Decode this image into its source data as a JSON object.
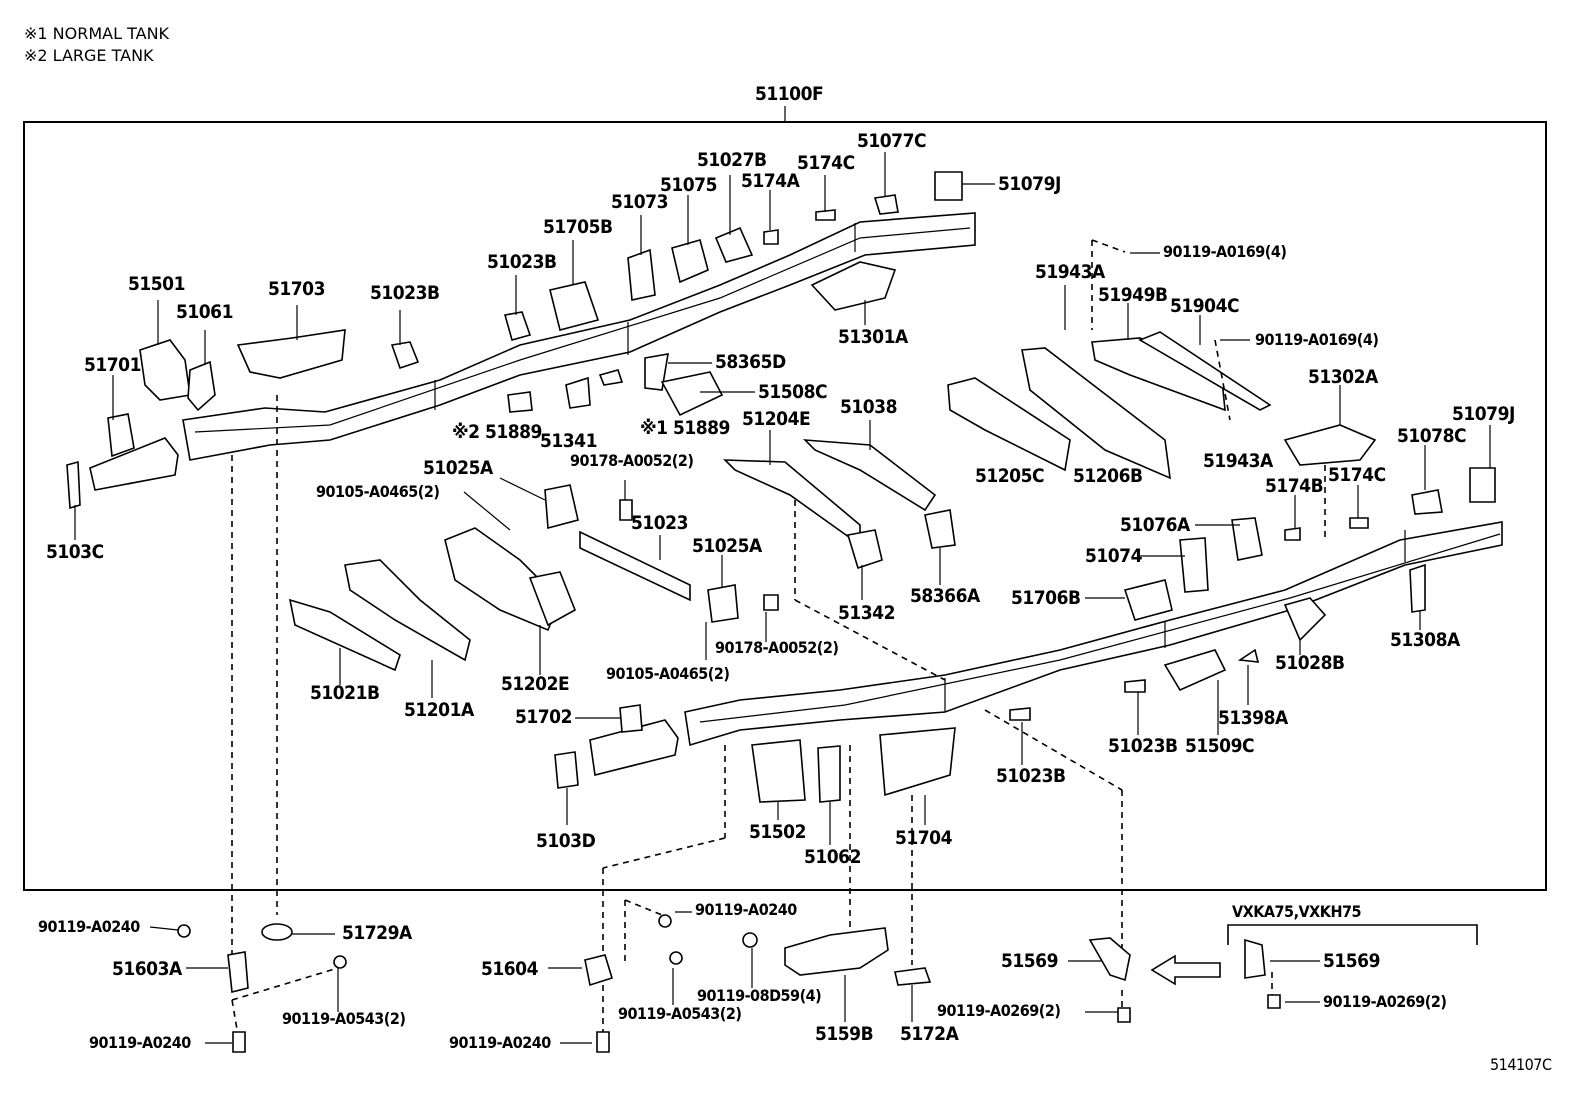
{
  "notes": {
    "note1": "※1 NORMAL TANK",
    "note2": "※2 LARGE TANK"
  },
  "assembly": {
    "frame": "51100F"
  },
  "labels": {
    "p51501": "51501",
    "p51061": "51061",
    "p51701": "51701",
    "p51703": "51703",
    "p51023B_1": "51023B",
    "p51023B_2": "51023B",
    "p51705B": "51705B",
    "p51073": "51073",
    "p51075": "51075",
    "p51027B": "51027B",
    "p5174A": "5174A",
    "p5174C_1": "5174C",
    "p51077C": "51077C",
    "p51079J_1": "51079J",
    "p51301A": "51301A",
    "p58365D": "58365D",
    "p51508C": "51508C",
    "p51889_2": "※2 51889",
    "p51341": "51341",
    "p51889_1": "※1 51889",
    "p51204E": "51204E",
    "p51038": "51038",
    "p51943A_1": "51943A",
    "p51949B": "51949B",
    "p51904C": "51904C",
    "p90119A0169_1": "90119-A0169(4)",
    "p90119A0169_2": "90119-A0169(4)",
    "p51205C": "51205C",
    "p51206B": "51206B",
    "p51943A_2": "51943A",
    "p51302A": "51302A",
    "p51079J_2": "51079J",
    "p51078C": "51078C",
    "p5174B": "5174B",
    "p5174C_2": "5174C",
    "p5103C": "5103C",
    "p51025A_1": "51025A",
    "p90105A0465_1": "90105-A0465(2)",
    "p90178A0052_1": "90178-A0052(2)",
    "p51023": "51023",
    "p51025A_2": "51025A",
    "p51342": "51342",
    "p58366A": "58366A",
    "p51076A": "51076A",
    "p51074": "51074",
    "p51706B": "51706B",
    "p51308A": "51308A",
    "p51028B": "51028B",
    "p51021B": "51021B",
    "p51201A": "51201A",
    "p51202E": "51202E",
    "p90178A0052_2": "90178-A0052(2)",
    "p90105A0465_2": "90105-A0465(2)",
    "p51702": "51702",
    "p51023B_3": "51023B",
    "p51509C": "51509C",
    "p51398A": "51398A",
    "p51023B_4": "51023B",
    "p5103D": "5103D",
    "p51502": "51502",
    "p51062": "51062",
    "p51704": "51704",
    "b90119A0240_1": "90119-A0240",
    "b51729A": "51729A",
    "b51603A": "51603A",
    "b90119A0543_1": "90119-A0543(2)",
    "b90119A0240_2": "90119-A0240",
    "b90119A0240_3": "90119-A0240",
    "b51604": "51604",
    "b90119A0543_2": "90119-A0543(2)",
    "b90119A0240_4": "90119-A0240",
    "b90119_08D59": "90119-08D59(4)",
    "b5159B": "5159B",
    "b5172A": "5172A",
    "b51569_1": "51569",
    "b90119A0269_1": "90119-A0269(2)",
    "variant": "VXKA75,VXKH75",
    "b51569_2": "51569",
    "b90119A0269_2": "90119-A0269(2)",
    "figure_code": "514107C"
  }
}
